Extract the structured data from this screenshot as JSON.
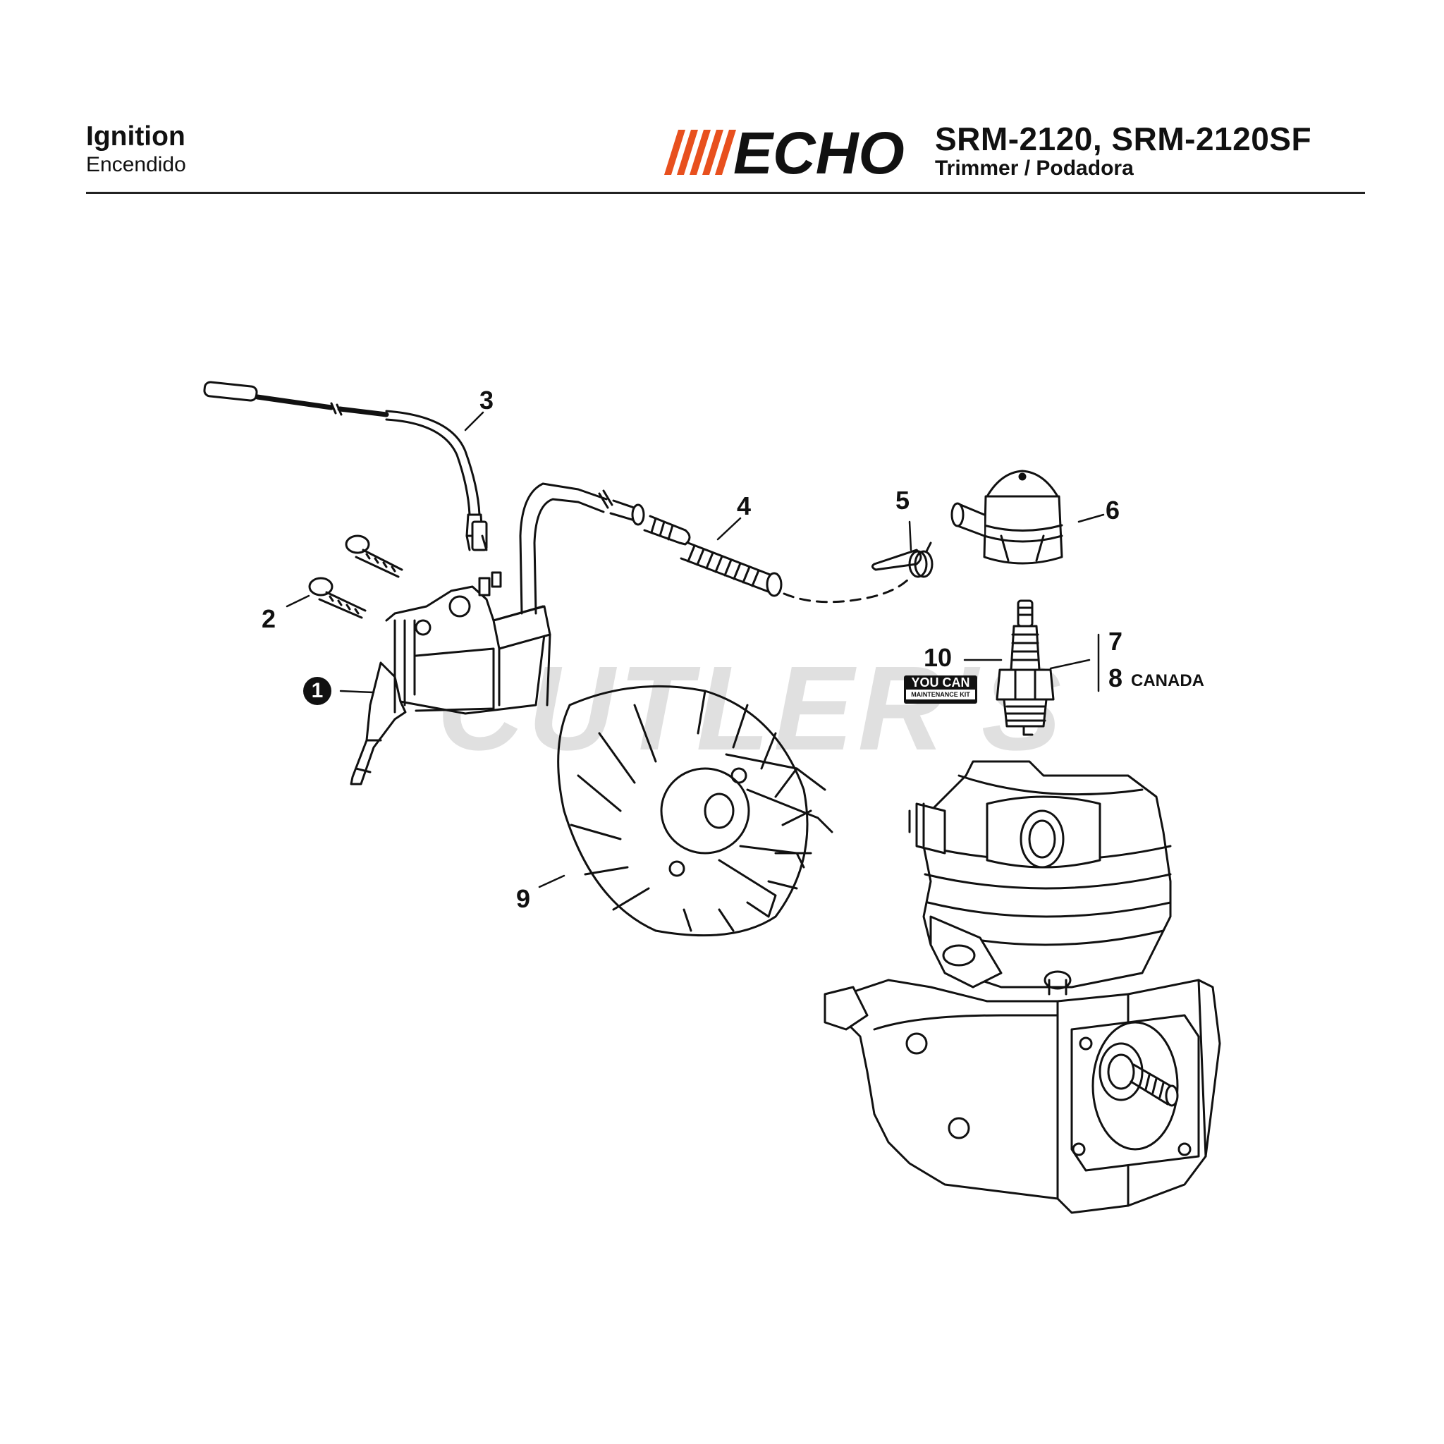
{
  "header": {
    "title": "Ignition",
    "subtitle": "Encendido",
    "model": "SRM-2120, SRM-2120SF",
    "product": "Trimmer / Podadora"
  },
  "logo": {
    "text": "ECHO",
    "accent_color": "#e8501e",
    "brand_color": "#111111"
  },
  "watermark": "CUTLER'S",
  "kit_badge": {
    "main": "YOU CAN",
    "sub": "MAINTENANCE KIT"
  },
  "callouts": {
    "c1": "1",
    "c2": "2",
    "c3": "3",
    "c4": "4",
    "c5": "5",
    "c6": "6",
    "c7": "7",
    "c8": "8",
    "c8_note": "CANADA",
    "c9": "9",
    "c10": "10"
  }
}
